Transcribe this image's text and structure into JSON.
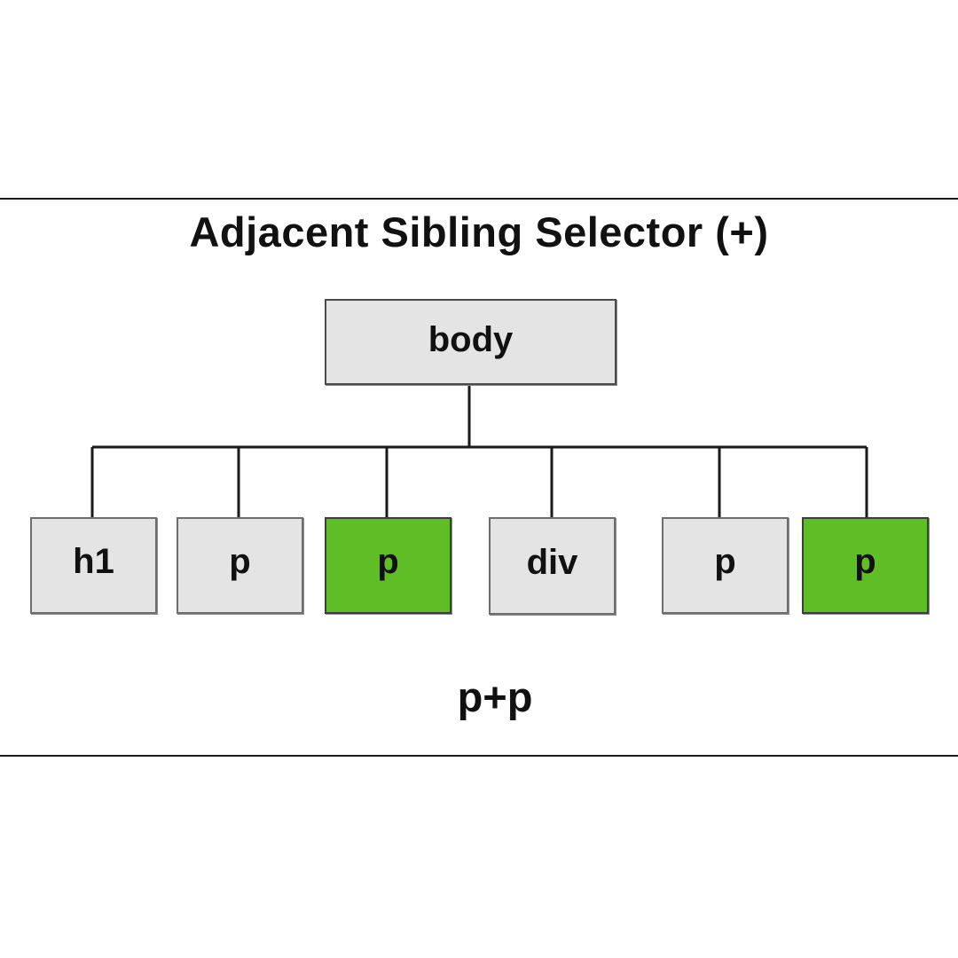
{
  "title": "Adjacent Sibling Selector (+)",
  "root": {
    "label": "body"
  },
  "children": [
    {
      "label": "h1",
      "highlighted": false
    },
    {
      "label": "p",
      "highlighted": false
    },
    {
      "label": "p",
      "highlighted": true
    },
    {
      "label": "div",
      "highlighted": false
    },
    {
      "label": "p",
      "highlighted": false
    },
    {
      "label": "p",
      "highlighted": true
    }
  ],
  "caption": "p+p",
  "colors": {
    "node_fill": "#e3e4e3",
    "highlight_fill": "#5fbd25",
    "line": "#1a1a1a"
  }
}
